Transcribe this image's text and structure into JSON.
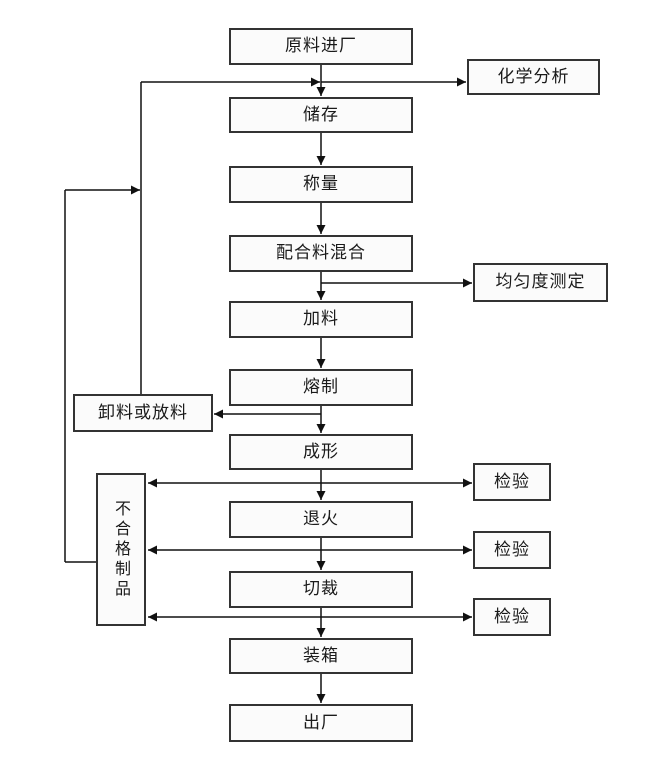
{
  "diagram": {
    "nodes": {
      "raw_material_in": "原料进厂",
      "chemical_analysis": "化学分析",
      "storage": "储存",
      "weighing": "称量",
      "batch_mixing": "配合料混合",
      "uniformity_test": "均匀度测定",
      "feeding": "加料",
      "melting": "熔制",
      "unload_or_discharge": "卸料或放料",
      "forming": "成形",
      "inspection_1": "检验",
      "inspection_2": "检验",
      "inspection_3": "检验",
      "annealing": "退火",
      "cutting": "切裁",
      "rejects": "不合格制品",
      "packing": "装箱",
      "shipping": "出厂"
    },
    "edges": [
      {
        "from": "raw_material_in",
        "to": "storage"
      },
      {
        "from": "raw_material_in",
        "to": "chemical_analysis"
      },
      {
        "from": "storage",
        "to": "weighing"
      },
      {
        "from": "weighing",
        "to": "batch_mixing"
      },
      {
        "from": "batch_mixing",
        "to": "uniformity_test"
      },
      {
        "from": "batch_mixing",
        "to": "feeding"
      },
      {
        "from": "feeding",
        "to": "melting"
      },
      {
        "from": "melting",
        "to": "unload_or_discharge"
      },
      {
        "from": "melting",
        "to": "forming"
      },
      {
        "from": "unload_or_discharge",
        "to": "storage",
        "note": "feedback loop rejoining before storage"
      },
      {
        "from": "forming",
        "to": "annealing"
      },
      {
        "from": "forming",
        "to": "inspection_1",
        "bidirectional": true
      },
      {
        "from": "annealing",
        "to": "cutting"
      },
      {
        "from": "annealing",
        "to": "inspection_2",
        "bidirectional": true
      },
      {
        "from": "cutting",
        "to": "packing"
      },
      {
        "from": "cutting",
        "to": "inspection_3",
        "bidirectional": true
      },
      {
        "from": "rejects",
        "to": "unload_or_discharge",
        "note": "feedback loop joining recycle line"
      },
      {
        "from": "packing",
        "to": "shipping"
      }
    ],
    "colors": {
      "background": "#ffffff",
      "box_border": "#333333",
      "box_fill": "#fbfbfb",
      "line": "#111111",
      "text": "#1a1a1a"
    }
  }
}
